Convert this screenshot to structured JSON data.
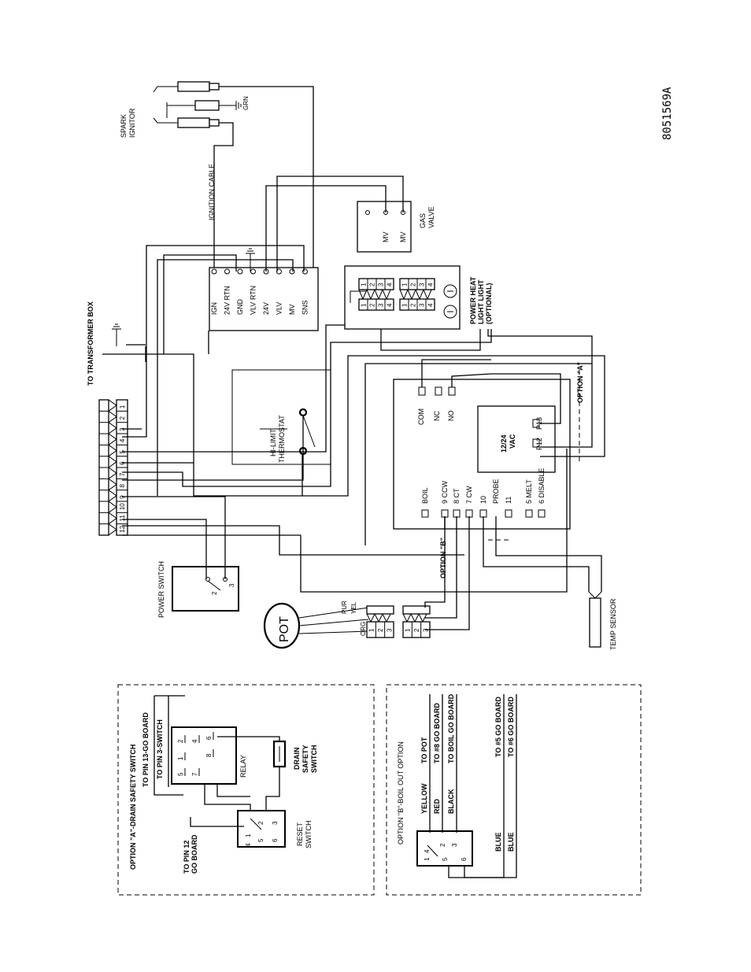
{
  "drawing_number": "8051569A",
  "transformer": {
    "label": "TO TRANSFORMER BOX"
  },
  "spark_igniter": {
    "label_line1": "SPARK",
    "label_line2": "IGNITOR",
    "ground_label": "GRN"
  },
  "ignition_cable": {
    "label": "IGNITION CABLE"
  },
  "ignition_module": {
    "pins": [
      "IGN",
      "24V RTN",
      "GND",
      "VLV RTN",
      "24V",
      "VLV",
      "MV",
      "SNS"
    ]
  },
  "gas_valve": {
    "label_line1": "GAS",
    "label_line2": "VALVE",
    "terminals": [
      "MV",
      "MV"
    ]
  },
  "lights_connectors": {
    "pins": [
      "1",
      "2",
      "3",
      "4"
    ],
    "label_line1": "POWER HEAT",
    "label_line2": "LIGHT  LIGHT",
    "label_line3": "(OPTIONAL)"
  },
  "main_connector": {
    "pins": [
      "1",
      "2",
      "3",
      "4",
      "5",
      "6",
      "7",
      "8",
      "9",
      "10",
      "11",
      "12"
    ]
  },
  "hi_limit": {
    "label_line1": "HI-LIMIT",
    "label_line2": "THERMOSTAT"
  },
  "power_switch": {
    "label": "POWER SWITCH",
    "terminals": [
      "2",
      "3"
    ]
  },
  "go_board": {
    "relay_terminals": [
      "COM",
      "NC",
      "NO"
    ],
    "vac_label_line1": "12/24",
    "vac_label_line2": "VAC",
    "p_labels": [
      "P12",
      "P13"
    ],
    "terminals": [
      "BOIL",
      "9 CCW",
      "8 CT",
      "7 CW",
      "10",
      "PROBE",
      "11",
      "5 MELT",
      "6 DISABLE"
    ]
  },
  "option_a_label": "OPTION \"A\"",
  "option_b_label": "OPTION \"B\"",
  "pot": {
    "label": "POT",
    "wires": [
      "PUR",
      "YEL",
      "ORG"
    ],
    "pins": [
      "1",
      "2",
      "3"
    ]
  },
  "temp_sensor": {
    "label": "TEMP SENSOR"
  },
  "option_a_panel": {
    "title": "OPTION \"A\"-DRAIN SAFETY SWITCH",
    "to_pin13": "TO PIN 13-GO BOARD",
    "to_pin3": "TO PIN 3-SWITCH",
    "relay_label": "RELAY",
    "relay_pins": [
      "1",
      "2",
      "4",
      "5",
      "7",
      "6",
      "8"
    ],
    "drain_switch_line1": "DRAIN",
    "drain_switch_line2": "SAFETY",
    "drain_switch_line3": "SWITCH",
    "to_pin12_line1": "TO PIN 12",
    "to_pin12_line2": "GO BOARD",
    "reset_line1": "RESET",
    "reset_line2": "SWITCH",
    "reset_pins": [
      "1",
      "2",
      "3",
      "4",
      "5",
      "6"
    ]
  },
  "option_b_panel": {
    "title": "OPTION \"B\"-BOIL OUT OPTION",
    "wires": [
      {
        "color": "YELLOW",
        "dest": "TO POT"
      },
      {
        "color": "RED",
        "dest": "TO #8 GO BOARD"
      },
      {
        "color": "BLACK",
        "dest": "TO BOIL GO BOARD"
      },
      {
        "color": "BLUE",
        "dest": "TO #5 GO BOARD"
      },
      {
        "color": "BLUE",
        "dest": "TO #6 GO BOARD"
      }
    ],
    "switch_pins": [
      "1",
      "2",
      "3",
      "4",
      "5",
      "6"
    ]
  }
}
